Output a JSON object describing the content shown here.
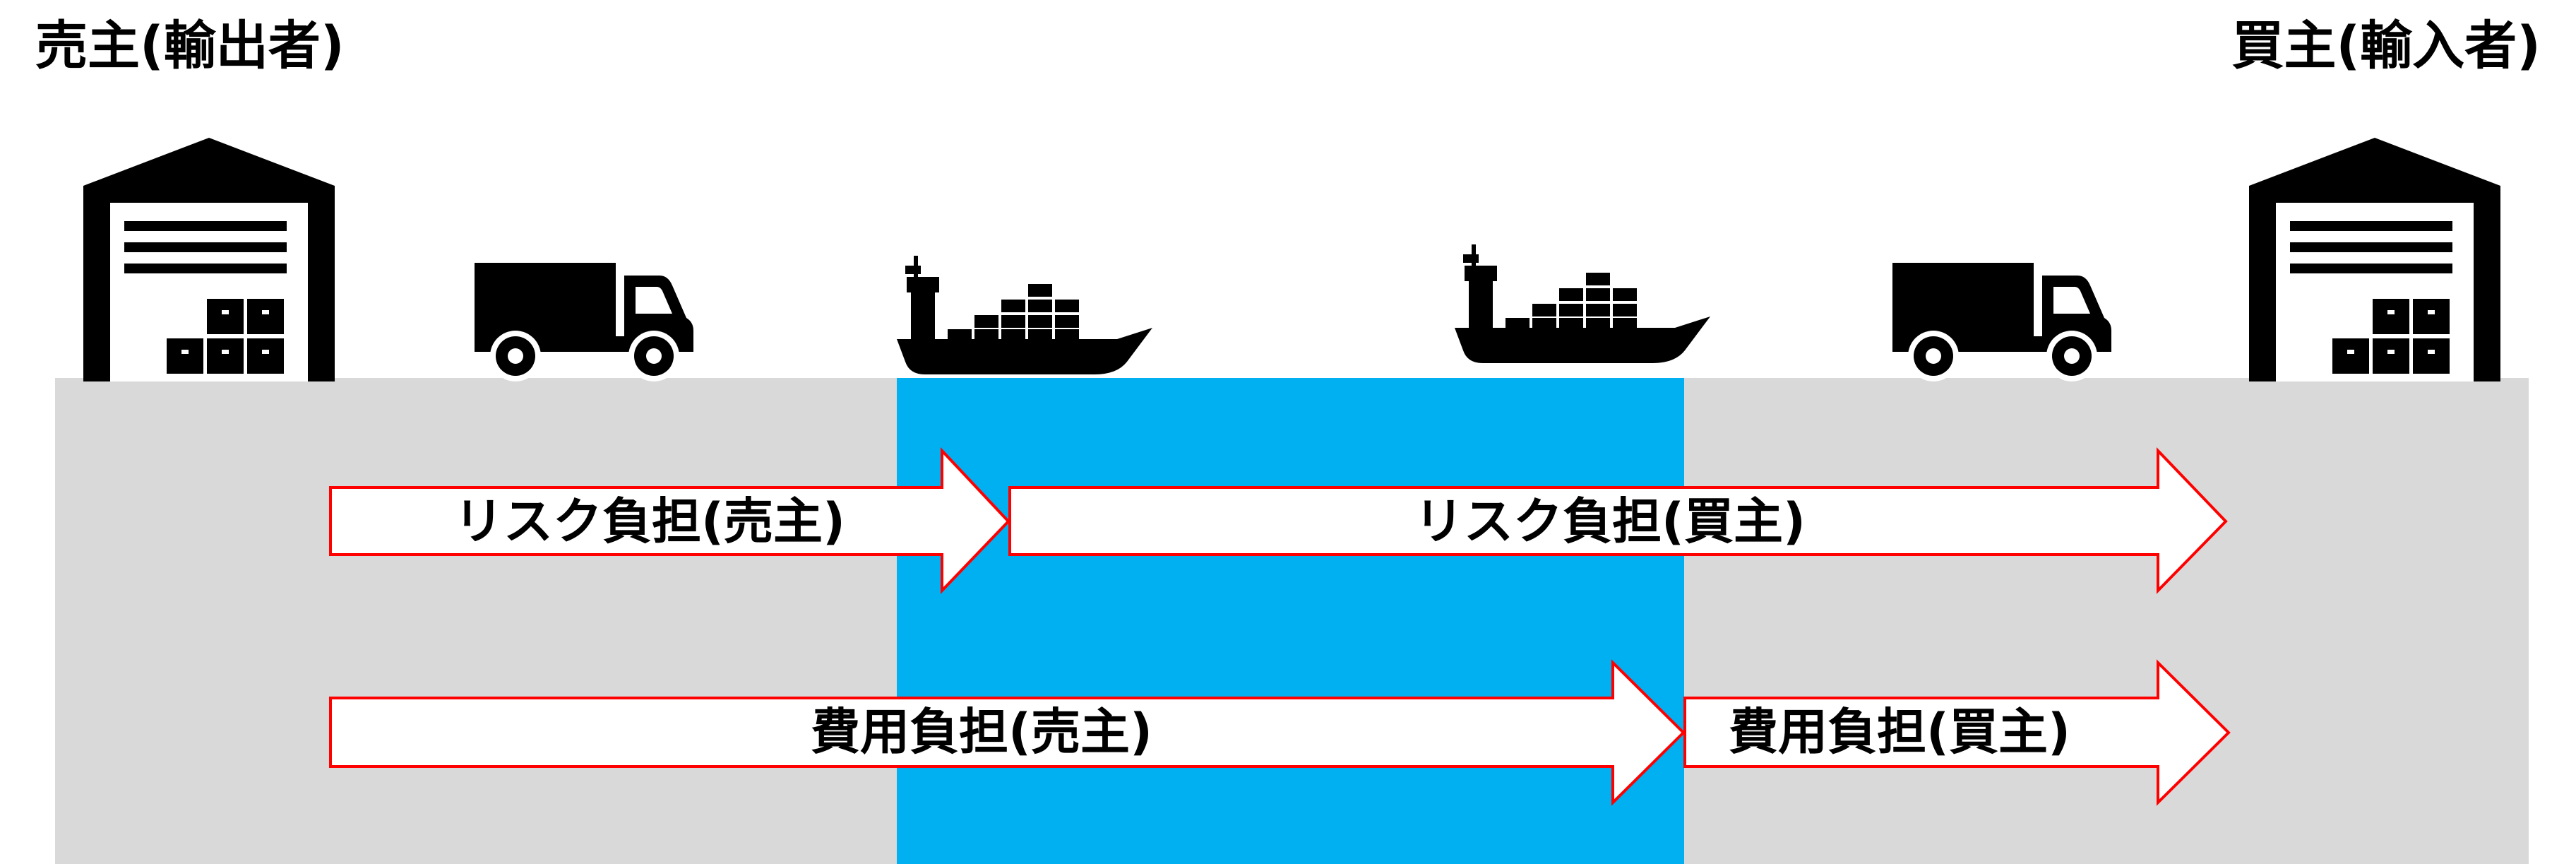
{
  "parties": {
    "seller": "売主(輸出者)",
    "buyer": "買主(輸入者)"
  },
  "risk": {
    "seller": "リスク負担(売主)",
    "buyer": "リスク負担(買主)"
  },
  "cost": {
    "seller": "費用負担(売主)",
    "buyer": "費用負担(買主)"
  },
  "colors": {
    "land": "#d9d9d9",
    "sea": "#00b0f0",
    "arrow_border": "#ff0000",
    "arrow_fill": "#ffffff",
    "icon": "#000000"
  },
  "icons": [
    "warehouse-icon",
    "truck-icon",
    "container-ship-icon",
    "container-ship-icon",
    "truck-icon",
    "warehouse-icon"
  ]
}
